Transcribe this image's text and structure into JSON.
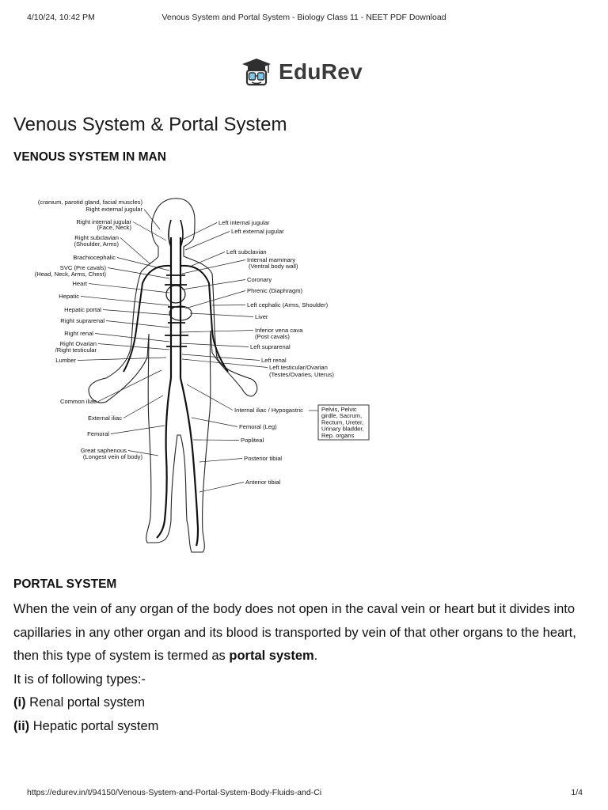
{
  "header": {
    "datetime": "4/10/24, 10:42 PM",
    "doc_title": "Venous System and Portal System - Biology Class 11 - NEET PDF Download"
  },
  "logo": {
    "text": "EduRev"
  },
  "page_title": "Venous System & Portal System",
  "section_venous": {
    "heading": "VENOUS SYSTEM IN MAN"
  },
  "diagram": {
    "left_labels": [
      "(cranium, parotid gland, facial muscles)",
      "Right external jugular",
      "Right internal jugular",
      "(Face, Neck)",
      "Right subclavian",
      "(Shoulder, Arms)",
      "Brachiocephalic",
      "SVC (Pre cavals)",
      "(Head, Neck, Arms, Chest)",
      "Heart",
      "Hepatic",
      "Hepatic portal",
      "Right suprarenal",
      "Right renal",
      "Right Ovarian",
      "/Right testicular",
      "Lumber",
      "Common iliac",
      "External iliac",
      "Femoral",
      "Great saphenous",
      "(Longest vein of body)"
    ],
    "right_labels": [
      "Left internal jugular",
      "Left external jugular",
      "Left subclavian",
      "Internal mammary",
      "(Ventral body wall)",
      "Coronary",
      "Phrenic (Diaphragm)",
      "Left cephalic (Arms, Shoulder)",
      "Liver",
      "Inferior vena cava",
      "(Post cavals)",
      "Left suprarenal",
      "Left renal",
      "Left testicular/Ovarian",
      "(Testes/Ovaries, Uterus)",
      "Internal iliac / Hypogastric",
      "Femoral (Leg)",
      "Popliteal",
      "Posterior tibial",
      "Anterior tibial"
    ],
    "pelvis_box": [
      "Pelvis, Pelvic",
      "girdle, Sacrum,",
      "Rectum, Ureter,",
      "Urinary bladder,",
      "Rep. organs"
    ]
  },
  "section_portal": {
    "heading": "PORTAL SYSTEM",
    "para_pre": "When the vein of any organ of the body does not open in the caval vein or heart but it divides into capillaries in any other organ and its blood is transported by vein of that other organs to the heart, then this type of system is termed as ",
    "para_bold": "portal system",
    "para_post": ".",
    "types_intro": "It is of following types:-",
    "types": [
      {
        "num": "(i)",
        "text": " Renal portal system"
      },
      {
        "num": "(ii)",
        "text": " Hepatic portal system"
      }
    ]
  },
  "footer": {
    "url": "https://edurev.in/t/94150/Venous-System-and-Portal-System-Body-Fluids-and-Ci",
    "page": "1/4"
  }
}
